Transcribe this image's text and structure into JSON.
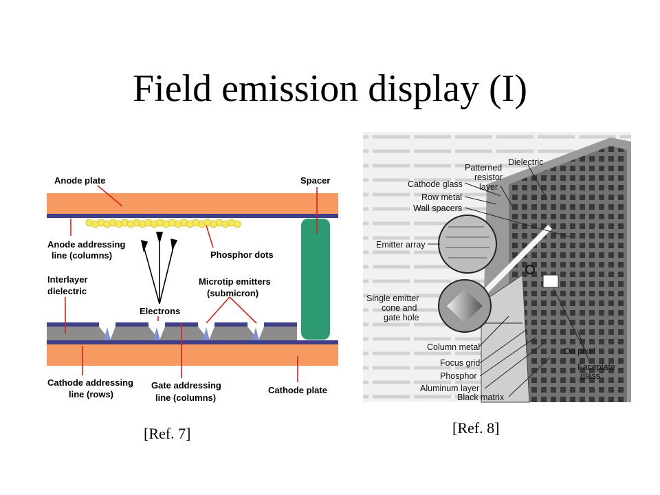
{
  "title": "Field emission display (I)",
  "left_diagram": {
    "caption": "[Ref. 7]",
    "labels": {
      "anode_plate": "Anode plate",
      "spacer": "Spacer",
      "anode_addressing_1": "Anode addressing",
      "anode_addressing_2": "line (columns)",
      "phosphor_dots": "Phosphor dots",
      "interlayer_1": "Interlayer",
      "interlayer_2": "dielectric",
      "microtip_1": "Microtip emitters",
      "microtip_2": "(submicron)",
      "electrons": "Electrons",
      "cathode_addressing_1": "Cathode addressing",
      "cathode_addressing_2": "line (rows)",
      "gate_addressing_1": "Gate addressing",
      "gate_addressing_2": "line (columns)",
      "cathode_plate": "Cathode plate"
    },
    "colors": {
      "plate": "#f79a62",
      "line": "#3f3f88",
      "dielectric": "#8c8c8c",
      "spacer": "#2e9a72",
      "phosphor": "#f2ea5a",
      "emitter": "#7f8fd8",
      "leader": "#d62020"
    }
  },
  "right_diagram": {
    "caption": "[Ref. 8]",
    "labels": {
      "dielectric": "Dielectric",
      "patterned_1": "Patterned",
      "patterned_2": "resistor",
      "patterned_3": "layer",
      "cathode_glass": "Cathode glass",
      "row_metal": "Row metal",
      "wall_spacers": "Wall spacers",
      "emitter_array": "Emitter array",
      "single_emitter_1": "Single emitter",
      "single_emitter_2": "cone and",
      "single_emitter_3": "gate hole",
      "column_metal": "Column metal",
      "focus_grid": "Focus grid",
      "phosphor": "Phosphor",
      "aluminum_layer": "Aluminum layer",
      "black_matrix": "Black matrix",
      "on_pixel": "On pixel",
      "faceplate_1": "Faceplate",
      "faceplate_2": "glass"
    }
  }
}
